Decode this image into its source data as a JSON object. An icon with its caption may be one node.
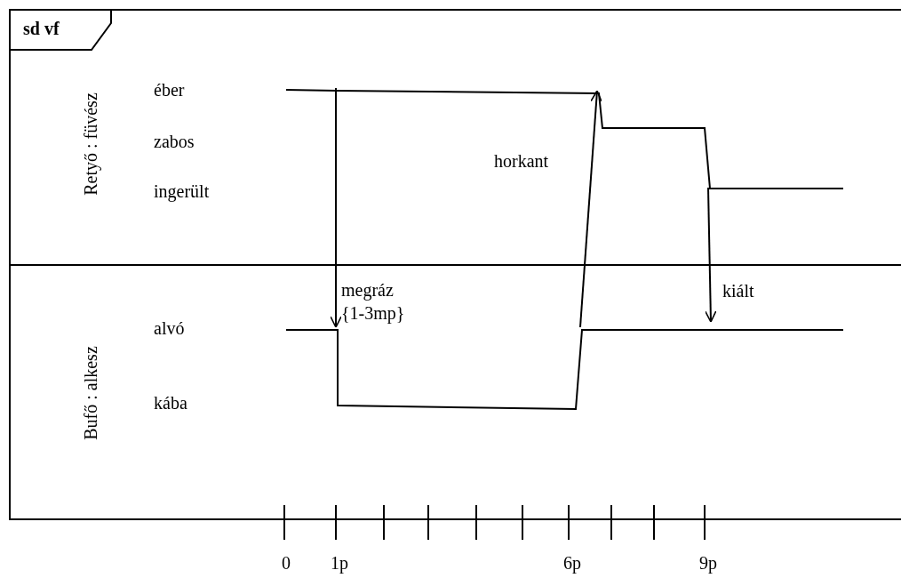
{
  "diagram": {
    "nodes": [
      {
        "text": [
          "sd vf"
        ]
      },
      {
        "text": [
          "Retyő : füvész"
        ],
        "in": 0
      },
      {
        "text": [
          "Bufő : alkesz"
        ],
        "in": 0
      },
      {
        "text": [],
        "shape": "line",
        "in": 1
      },
      {
        "text": [],
        "shape": "line",
        "in": 2
      }
    ],
    "edges": [
      {
        "from": 3,
        "to": 4,
        "arrow": "to",
        "label": "megráz {1-3mp}"
      },
      {
        "from": 4,
        "to": 3,
        "arrow": "to",
        "label": "horkant"
      },
      {
        "from": 3,
        "to": 4,
        "arrow": "to",
        "label": "kiált"
      }
    ],
    "labels": [
      "éber",
      "zabos",
      "ingerült",
      "alvó",
      "kába",
      "0",
      "1p",
      "6p",
      "9p"
    ]
  }
}
